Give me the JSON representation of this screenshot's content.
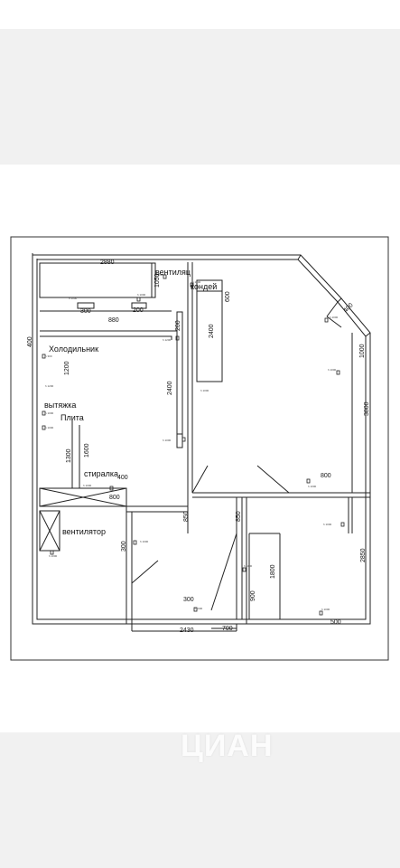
{
  "plan": {
    "labels": {
      "ventilyats": "вентиляц",
      "kondey": "кондей",
      "holodilnik": "Холодильник",
      "vytyazhka": "вытяжка",
      "plita": "Плита",
      "stiralka": "стиралка",
      "ventilyator": "вентилятор"
    },
    "dimensions": {
      "d2880": "2880",
      "d1050": "1050",
      "d300a": "300",
      "d880": "880",
      "d200a": "200",
      "d600": "600",
      "d400a": "400",
      "d2400a": "2400",
      "d200b": "200",
      "d400b": "400",
      "d1200": "1200",
      "d2400b": "2400",
      "d1000": "1000",
      "d3800": "3800",
      "d1300": "1300",
      "d1600": "1600",
      "d400c": "400",
      "d800a": "800",
      "d800b": "800",
      "d850a": "850",
      "d850b": "850",
      "d2850": "2850",
      "d1800": "1800",
      "d900": "900",
      "d300b": "300",
      "d300c": "300",
      "d2430": "2430",
      "d700": "700",
      "d500": "500"
    }
  },
  "watermark": "ЦИАН"
}
